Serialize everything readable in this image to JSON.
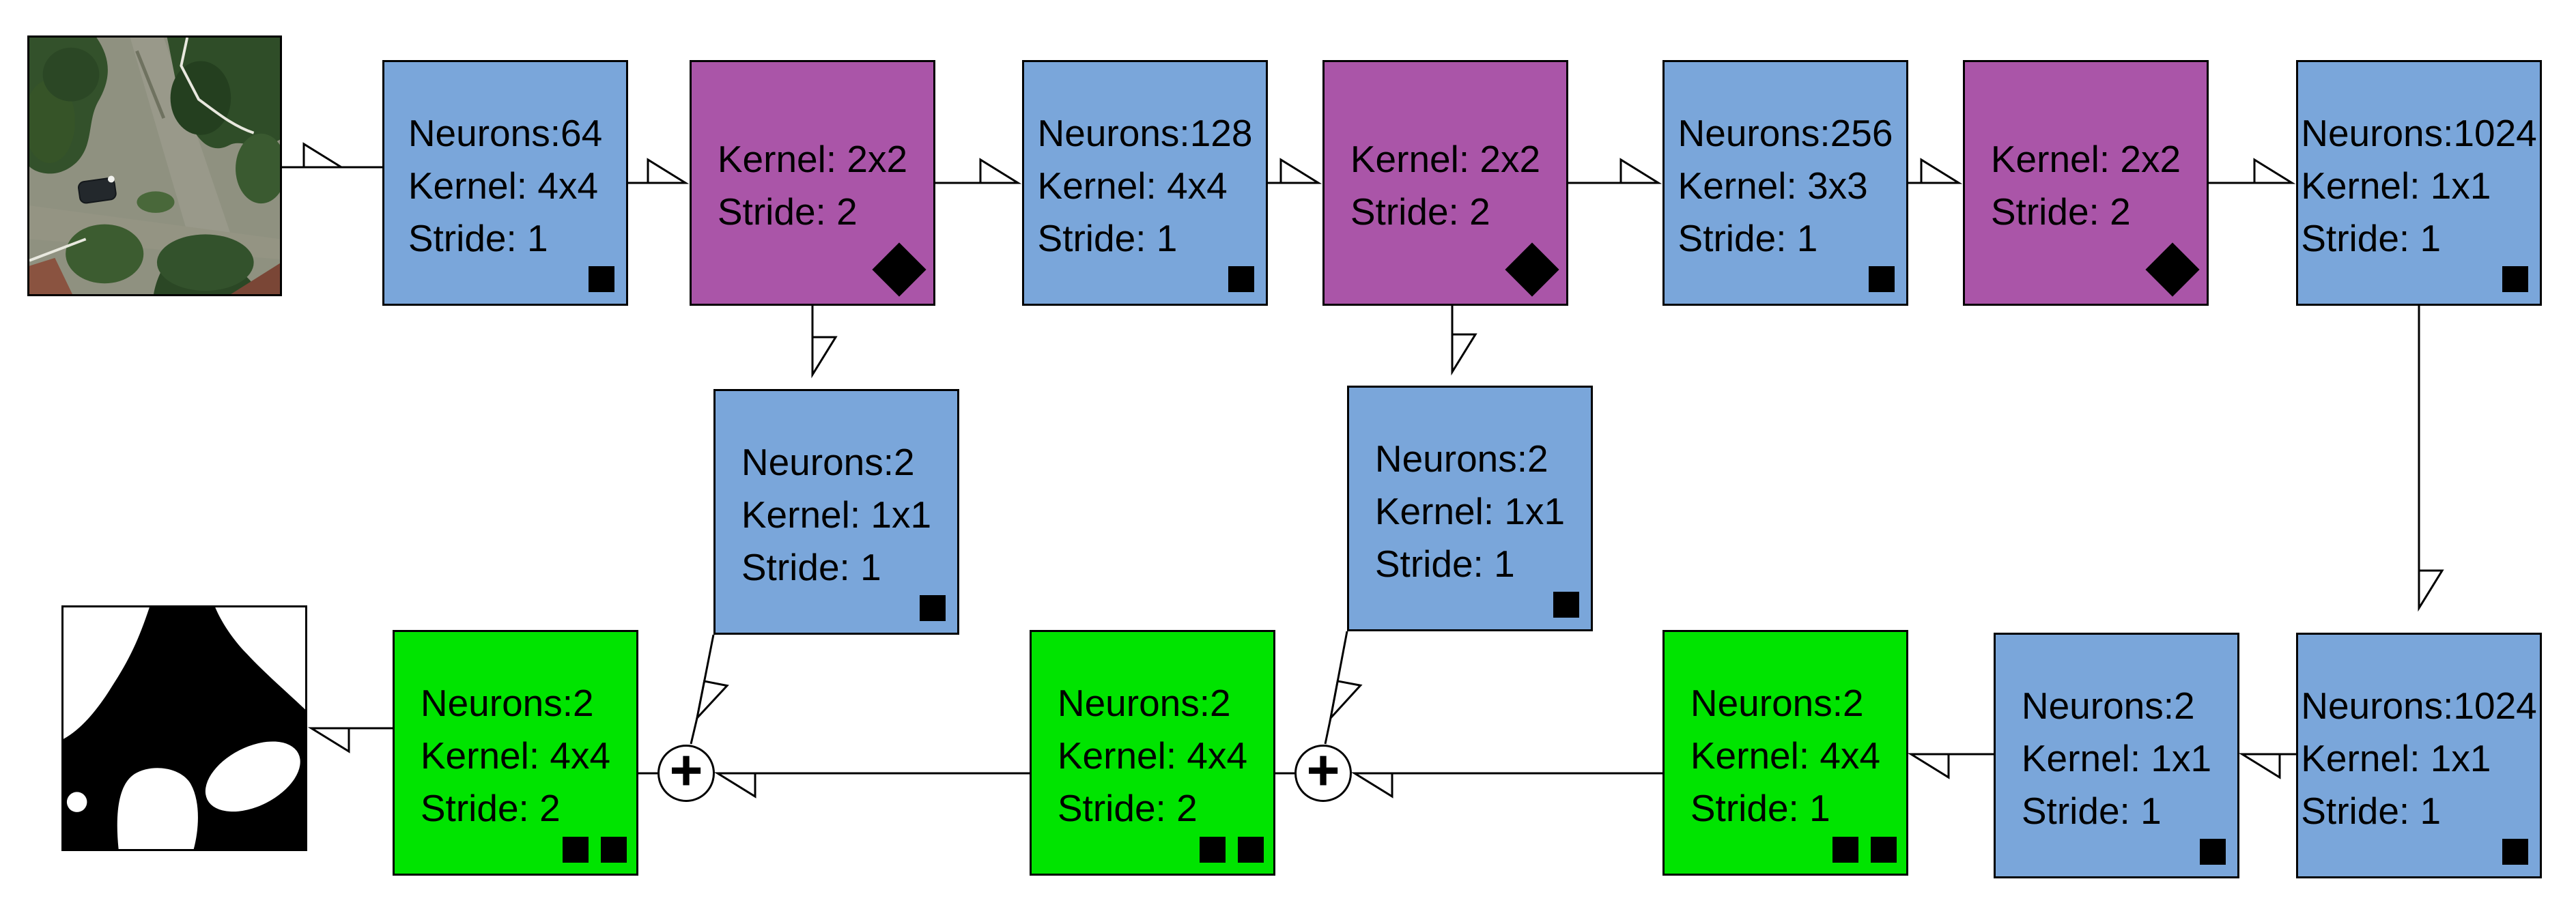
{
  "diagram": {
    "title": "fully-convolutional-network-architecture",
    "theme": {
      "conv": "#7AA6DA",
      "pool": "#AA55A8",
      "deconv": "#00E400",
      "line": "#000000",
      "bg": "#ffffff"
    },
    "images": {
      "input": "aerial-road-intersection-photo",
      "output": "black-white-segmentation-mask"
    },
    "plus": "+",
    "nodes": {
      "conv1": {
        "neurons": "Neurons:64",
        "kernel": "Kernel: 4x4",
        "stride": "Stride: 1"
      },
      "pool1": {
        "kernel": "Kernel: 2x2",
        "stride": "Stride: 2"
      },
      "conv2": {
        "neurons": "Neurons:128",
        "kernel": "Kernel: 4x4",
        "stride": "Stride: 1"
      },
      "pool2": {
        "kernel": "Kernel: 2x2",
        "stride": "Stride: 2"
      },
      "conv3": {
        "neurons": "Neurons:256",
        "kernel": "Kernel: 3x3",
        "stride": "Stride: 1"
      },
      "pool3": {
        "kernel": "Kernel: 2x2",
        "stride": "Stride: 2"
      },
      "conv4": {
        "neurons": "Neurons:1024",
        "kernel": "Kernel: 1x1",
        "stride": "Stride: 1"
      },
      "skip1": {
        "neurons": "Neurons:2",
        "kernel": "Kernel: 1x1",
        "stride": "Stride: 1"
      },
      "skip2": {
        "neurons": "Neurons:2",
        "kernel": "Kernel: 1x1",
        "stride": "Stride: 1"
      },
      "fc1024": {
        "neurons": "Neurons:1024",
        "kernel": "Kernel: 1x1",
        "stride": "Stride: 1"
      },
      "score": {
        "neurons": "Neurons:2",
        "kernel": "Kernel: 1x1",
        "stride": "Stride: 1"
      },
      "deconv1": {
        "neurons": "Neurons:2",
        "kernel": "Kernel: 4x4",
        "stride": "Stride: 1"
      },
      "deconv2": {
        "neurons": "Neurons:2",
        "kernel": "Kernel: 4x4",
        "stride": "Stride: 2"
      },
      "deconv3": {
        "neurons": "Neurons:2",
        "kernel": "Kernel: 4x4",
        "stride": "Stride: 2"
      }
    }
  }
}
